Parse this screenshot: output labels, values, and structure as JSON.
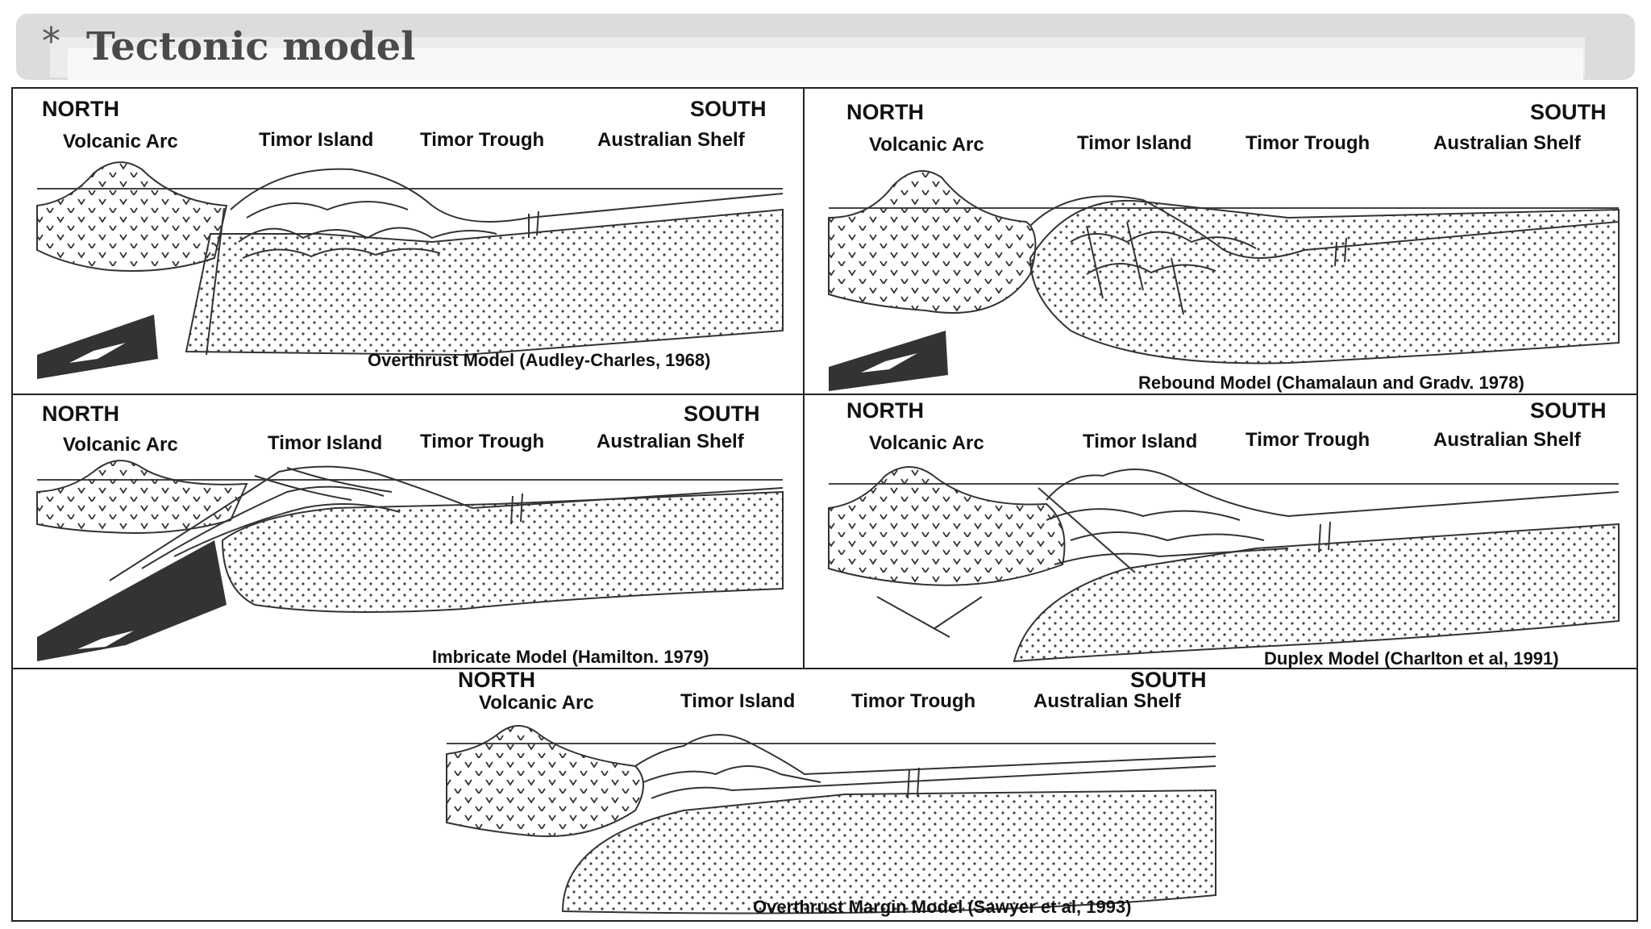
{
  "slide": {
    "bullet": "*",
    "title": "Tectonic model"
  },
  "panels": [
    {
      "north": "NORTH",
      "south": "SOUTH",
      "arc": "Volcanic Arc",
      "island": "Timor Island",
      "trough": "Timor Trough",
      "shelf": "Australian Shelf",
      "caption": "Overthrust Model (Audley-Charles, 1968)"
    },
    {
      "north": "NORTH",
      "south": "SOUTH",
      "arc": "Volcanic Arc",
      "island": "Timor Island",
      "trough": "Timor Trough",
      "shelf": "Australian Shelf",
      "caption": "Rebound Model (Chamalaun and Gradv. 1978)"
    },
    {
      "north": "NORTH",
      "south": "SOUTH",
      "arc": "Volcanic Arc",
      "island": "Timor Island",
      "trough": "Timor Trough",
      "shelf": "Australian Shelf",
      "caption": "Imbricate Model (Hamilton. 1979)"
    },
    {
      "north": "NORTH",
      "south": "SOUTH",
      "arc": "Volcanic Arc",
      "island": "Timor Island",
      "trough": "Timor Trough",
      "shelf": "Australian Shelf",
      "caption": "Duplex Model (Charlton et al, 1991)"
    },
    {
      "north": "NORTH",
      "south": "SOUTH",
      "arc": "Volcanic Arc",
      "island": "Timor Island",
      "trough": "Timor Trough",
      "shelf": "Australian Shelf",
      "caption": "Overthrust Margin Model (Sawyer et al, 1993)"
    }
  ]
}
